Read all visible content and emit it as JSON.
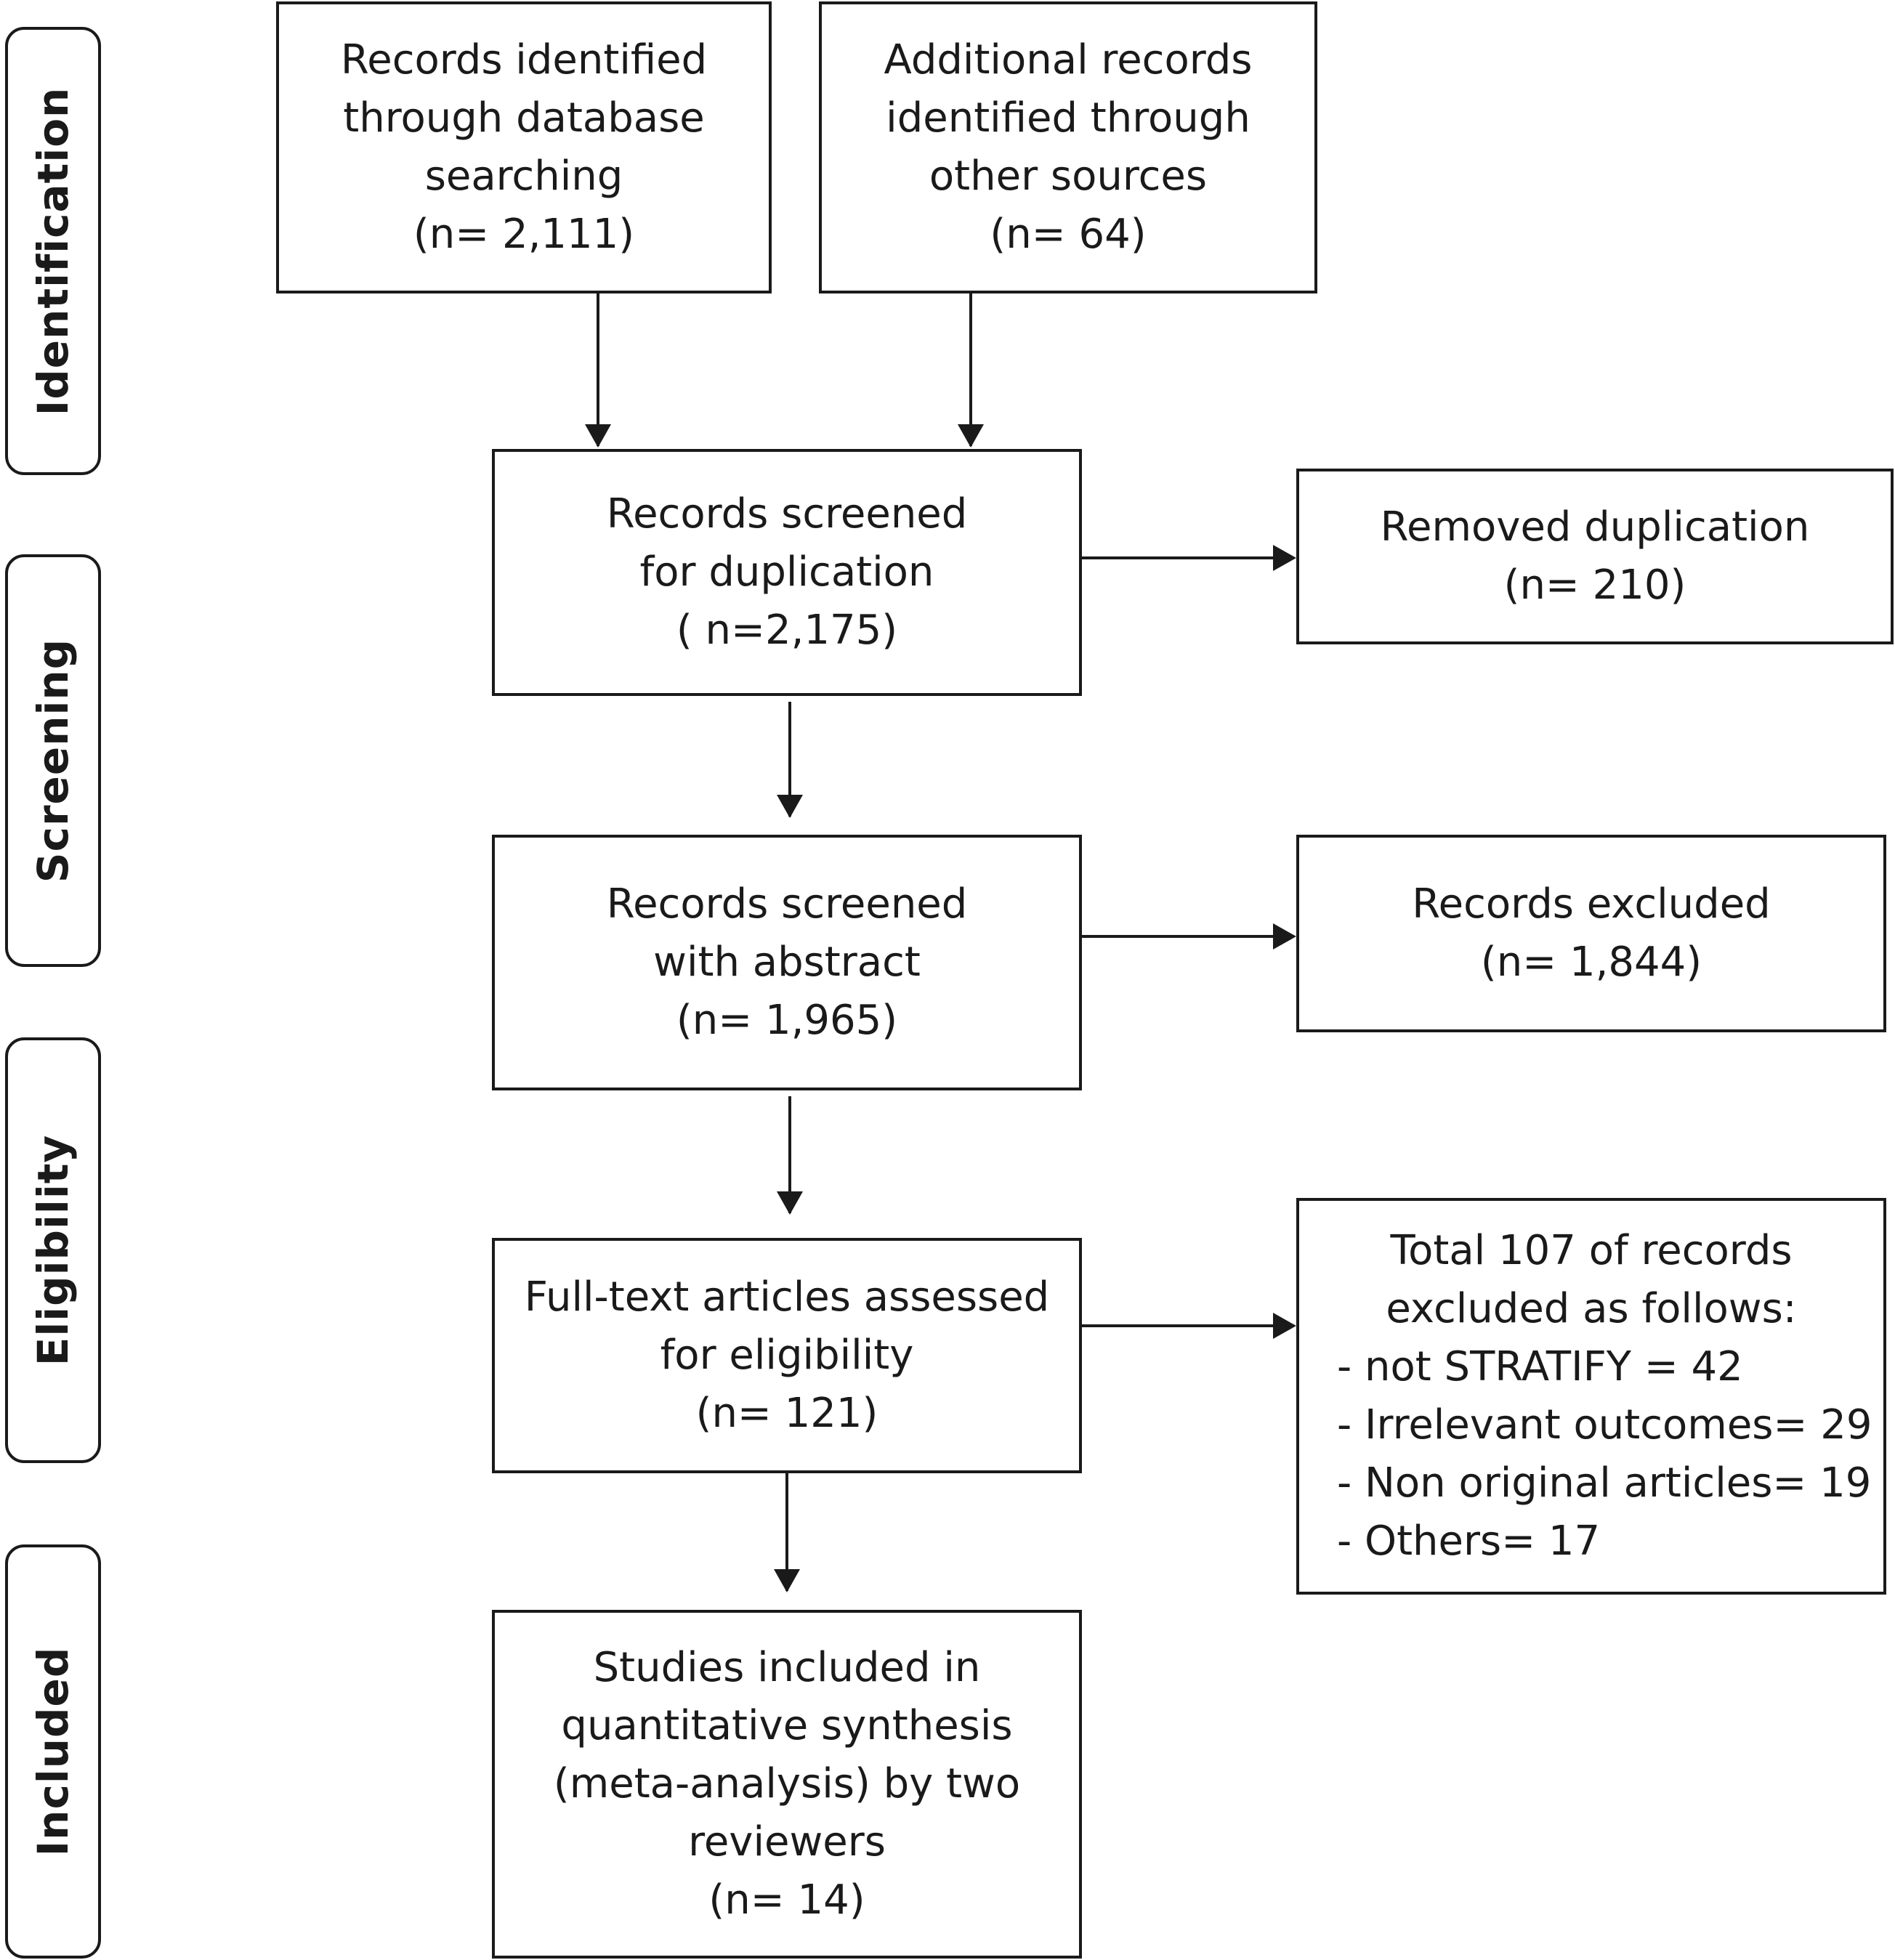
{
  "phases": {
    "identification": "Identification",
    "screening": "Screening",
    "eligibility": "Eligibility",
    "included": "Included"
  },
  "boxes": {
    "database_search": {
      "lines": [
        "Records identified",
        "through database",
        "searching",
        "(n= 2,111)"
      ]
    },
    "other_sources": {
      "lines": [
        "Additional records",
        "identified through",
        "other sources",
        "(n= 64)"
      ]
    },
    "screened_duplication": {
      "lines": [
        "Records screened",
        "for duplication",
        "( n=2,175)"
      ]
    },
    "removed_duplication": {
      "lines": [
        "Removed duplication",
        "(n= 210)"
      ]
    },
    "screened_abstract": {
      "lines": [
        "Records screened",
        "with abstract",
        "(n= 1,965)"
      ]
    },
    "records_excluded": {
      "lines": [
        "Records excluded",
        "(n= 1,844)"
      ]
    },
    "fulltext_assessed": {
      "lines": [
        "Full-text articles assessed",
        "for eligibility",
        "(n= 121)"
      ]
    },
    "fulltext_excluded": {
      "heading": [
        "Total 107 of records",
        "excluded as follows:"
      ],
      "items": [
        "- not  STRATIFY = 42",
        "- Irrelevant outcomes= 29",
        "- Non original articles= 19",
        "- Others= 17"
      ]
    },
    "studies_included": {
      "lines": [
        "Studies included in",
        "quantitative synthesis",
        "(meta-analysis) by two",
        "reviewers",
        "(n= 14)"
      ]
    }
  }
}
